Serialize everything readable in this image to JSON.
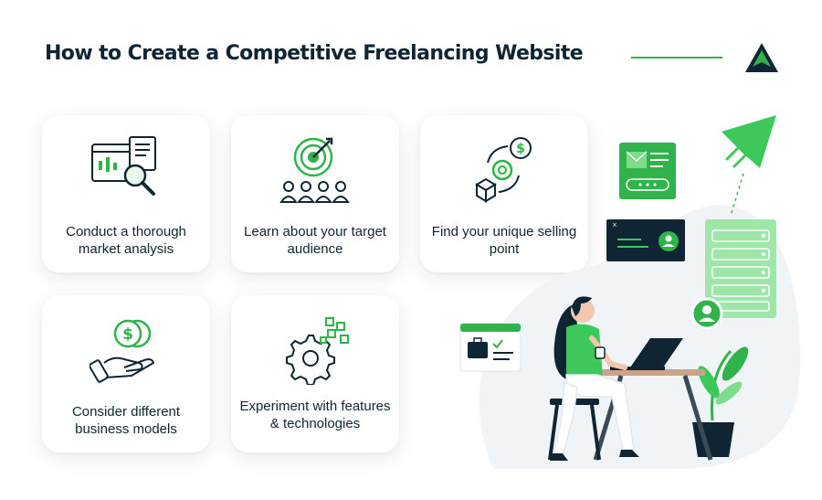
{
  "header": {
    "title": "How to Create a Competitive Freelancing Website"
  },
  "cards": [
    {
      "icon": "market-analysis-icon",
      "label": "Conduct a thorough market analysis"
    },
    {
      "icon": "target-audience-icon",
      "label": "Learn about your target audience"
    },
    {
      "icon": "selling-point-icon",
      "label": "Find your unique selling point"
    },
    {
      "icon": "business-models-icon",
      "label": "Consider different business models"
    },
    {
      "icon": "experiment-features-icon",
      "label": "Experiment with features & technologies"
    }
  ],
  "colors": {
    "accent": "#2fb34a",
    "dark": "#0f2533",
    "light_green": "#7ddc8c"
  }
}
